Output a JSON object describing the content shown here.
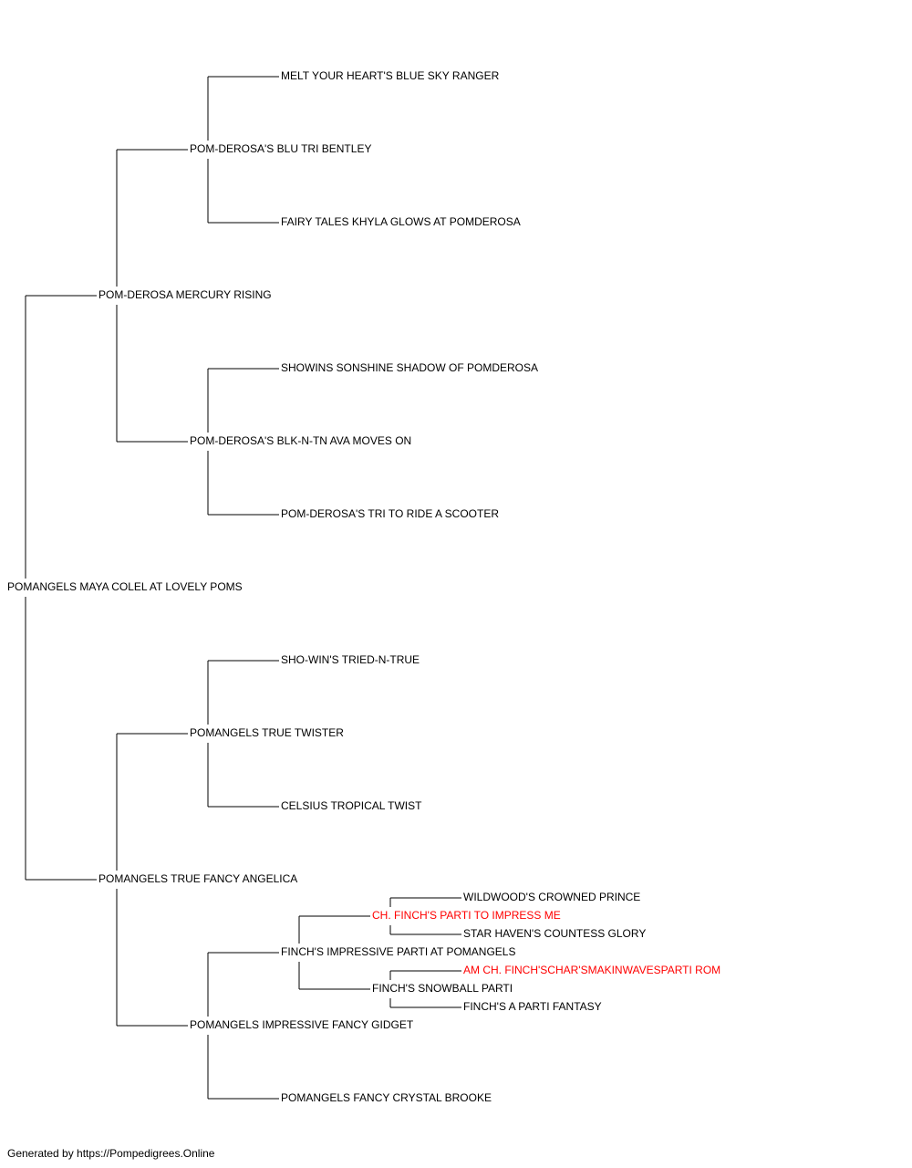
{
  "colors": {
    "text": "#000000",
    "highlight": "#ff0000",
    "line": "#000000"
  },
  "pedigree": {
    "root": {
      "name": "POMANGELS MAYA COLEL AT LOVELY POMS",
      "highlight": false
    },
    "sire": {
      "name": "POM-DEROSA MERCURY RISING",
      "highlight": false,
      "sire": {
        "name": "POM-DEROSA'S BLU TRI BENTLEY",
        "highlight": false,
        "sire": {
          "name": "MELT YOUR HEART'S BLUE SKY RANGER",
          "highlight": false
        },
        "dam": {
          "name": "FAIRY TALES KHYLA GLOWS AT POMDEROSA",
          "highlight": false
        }
      },
      "dam": {
        "name": "POM-DEROSA'S BLK-N-TN AVA MOVES ON",
        "highlight": false,
        "sire": {
          "name": "SHOWINS SONSHINE SHADOW OF POMDEROSA",
          "highlight": false
        },
        "dam": {
          "name": "POM-DEROSA'S TRI TO RIDE A SCOOTER",
          "highlight": false
        }
      }
    },
    "dam": {
      "name": "POMANGELS TRUE FANCY ANGELICA",
      "highlight": false,
      "sire": {
        "name": "POMANGELS TRUE TWISTER",
        "highlight": false,
        "sire": {
          "name": "SHO-WIN'S TRIED-N-TRUE",
          "highlight": false
        },
        "dam": {
          "name": "CELSIUS TROPICAL TWIST",
          "highlight": false
        }
      },
      "dam": {
        "name": "POMANGELS IMPRESSIVE FANCY GIDGET",
        "highlight": false,
        "sire": {
          "name": "FINCH'S IMPRESSIVE PARTI AT POMANGELS",
          "highlight": false,
          "sire": {
            "name": "CH. FINCH'S PARTI TO IMPRESS ME",
            "highlight": true,
            "sire": {
              "name": "WILDWOOD'S CROWNED PRINCE",
              "highlight": false
            },
            "dam": {
              "name": "STAR HAVEN'S COUNTESS GLORY",
              "highlight": false
            }
          },
          "dam": {
            "name": "FINCH'S SNOWBALL PARTI",
            "highlight": false,
            "sire": {
              "name": "AM CH. FINCH'SCHAR'SMAKINWAVESPARTI ROM",
              "highlight": true
            },
            "dam": {
              "name": "FINCH'S A PARTI FANTASY",
              "highlight": false
            }
          }
        },
        "dam": {
          "name": "POMANGELS FANCY CRYSTAL BROOKE",
          "highlight": false
        }
      }
    }
  },
  "footer": {
    "credit": "Generated by https://Pompedigrees.Online"
  }
}
